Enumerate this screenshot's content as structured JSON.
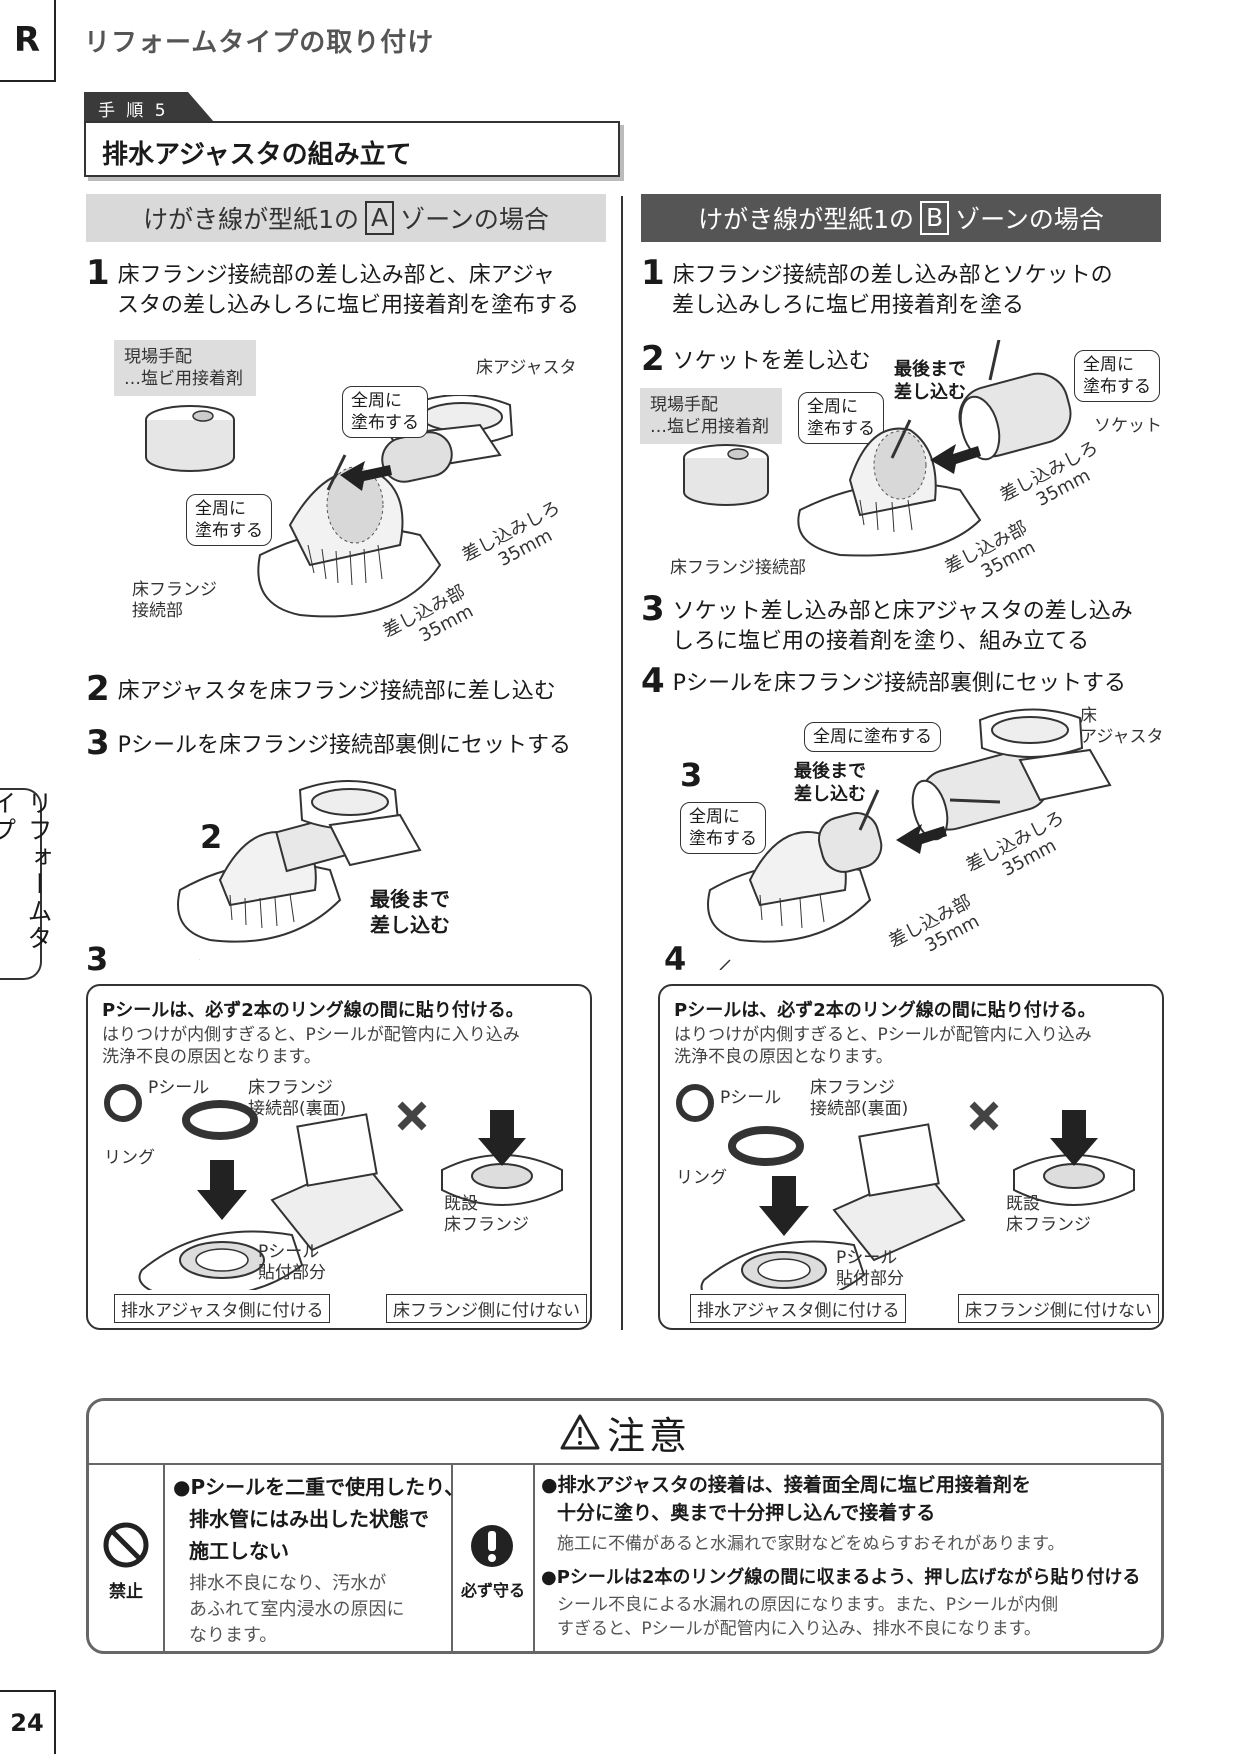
{
  "header": {
    "letter": "R",
    "title": "リフォームタイプの取り付け"
  },
  "step_tag": "手 順 5",
  "step_title": "排水アジャスタの組み立て",
  "zone_a": {
    "pre": "けがき線が型紙1の",
    "box": "A",
    "post": "ゾーンの場合"
  },
  "zone_b": {
    "pre": "けがき線が型紙1の",
    "box": "B",
    "post": "ゾーンの場合"
  },
  "left": {
    "step1_num": "1",
    "step1_text_a": "床フランジ接続部の差し込み部と、床アジャ",
    "step1_text_b": "スタの差し込みしろに塩ビ用接着剤を塗布する",
    "local_supply_a": "現場手配",
    "local_supply_b": "…塩ビ用接着剤",
    "callout_adjuster_a": "全周に",
    "callout_adjuster_b": "塗布する",
    "label_adjuster": "床アジャスタ",
    "callout_flange_a": "全周に",
    "callout_flange_b": "塗布する",
    "label_flange_a": "床フランジ",
    "label_flange_b": "接続部",
    "dim1_a": "差し込みしろ",
    "dim1_b": "35mm",
    "dim2_a": "差し込み部",
    "dim2_b": "35mm",
    "step2_num": "2",
    "step2_text": "床アジャスタを床フランジ接続部に差し込む",
    "step3_num": "3",
    "step3_text": "Pシールを床フランジ接続部裏側にセットする",
    "fig_num2": "2",
    "fig_num3": "3",
    "push_a": "最後まで",
    "push_b": "差し込む"
  },
  "right": {
    "step1_num": "1",
    "step1_text_a": "床フランジ接続部の差し込み部とソケットの",
    "step1_text_b": "差し込みしろに塩ビ用接着剤を塗る",
    "step2_num": "2",
    "step2_text": "ソケットを差し込む",
    "push_a": "最後まで",
    "push_b": "差し込む",
    "callout_socket_a": "全周に",
    "callout_socket_b": "塗布する",
    "label_socket": "ソケット",
    "local_supply_a": "現場手配",
    "local_supply_b": "…塩ビ用接着剤",
    "callout_flange_a": "全周に",
    "callout_flange_b": "塗布する",
    "dim1_a": "差し込みしろ",
    "dim1_b": "35mm",
    "dim2_a": "差し込み部",
    "dim2_b": "35mm",
    "label_flange": "床フランジ接続部",
    "step3_num": "3",
    "step3_text_a": "ソケット差し込み部と床アジャスタの差し込み",
    "step3_text_b": "しろに塩ビ用の接着剤を塗り、組み立てる",
    "step4_num": "4",
    "step4_text": "Pシールを床フランジ接続部裏側にセットする",
    "callout_all": "全周に塗布する",
    "label_adjuster_a": "床",
    "label_adjuster_b": "アジャスタ",
    "fig_num3": "3",
    "fig_num4": "4",
    "push2_a": "最後まで",
    "push2_b": "差し込む",
    "callout2_a": "全周に",
    "callout2_b": "塗布する",
    "dim3_a": "差し込みしろ",
    "dim3_b": "35mm",
    "dim4_a": "差し込み部",
    "dim4_b": "35mm"
  },
  "note": {
    "bold": "Pシールは、必ず2本のリング線の間に貼り付ける。",
    "txt_a": "はりつけが内側すぎると、Pシールが配管内に入り込み",
    "txt_b": "洗浄不良の原因となります。",
    "pseal": "Pシール",
    "flange_back_a": "床フランジ",
    "flange_back_b": "接続部(裏面)",
    "ring": "リング",
    "pseal_area_a": "Pシール",
    "pseal_area_b": "貼付部分",
    "existing_a": "既設",
    "existing_b": "床フランジ",
    "ok_label": "排水アジャスタ側に付ける",
    "ng_label": "床フランジ側に付けない"
  },
  "side_tab": "リフォームタイプ",
  "caution": {
    "title": "注意",
    "prohibit_label": "禁止",
    "prohibit_bold_a": "●Pシールを二重で使用したり、",
    "prohibit_bold_b": "排水管にはみ出した状態で",
    "prohibit_bold_c": "施工しない",
    "prohibit_txt_a": "排水不良になり、汚水が",
    "prohibit_txt_b": "あふれて室内浸水の原因に",
    "prohibit_txt_c": "なります。",
    "must_label": "必ず守る",
    "must1_bold_a": "●排水アジャスタの接着は、接着面全周に塩ビ用接着剤を",
    "must1_bold_b": "十分に塗り、奥まで十分押し込んで接着する",
    "must1_txt": "施工に不備があると水漏れで家財などをぬらすおそれがあります。",
    "must2_bold": "●Pシールは2本のリング線の間に収まるよう、押し広げながら貼り付ける",
    "must2_txt_a": "シール不良による水漏れの原因になります。また、Pシールが内側",
    "must2_txt_b": "すぎると、Pシールが配管内に入り込み、排水不良になります。"
  },
  "page_number": "24"
}
